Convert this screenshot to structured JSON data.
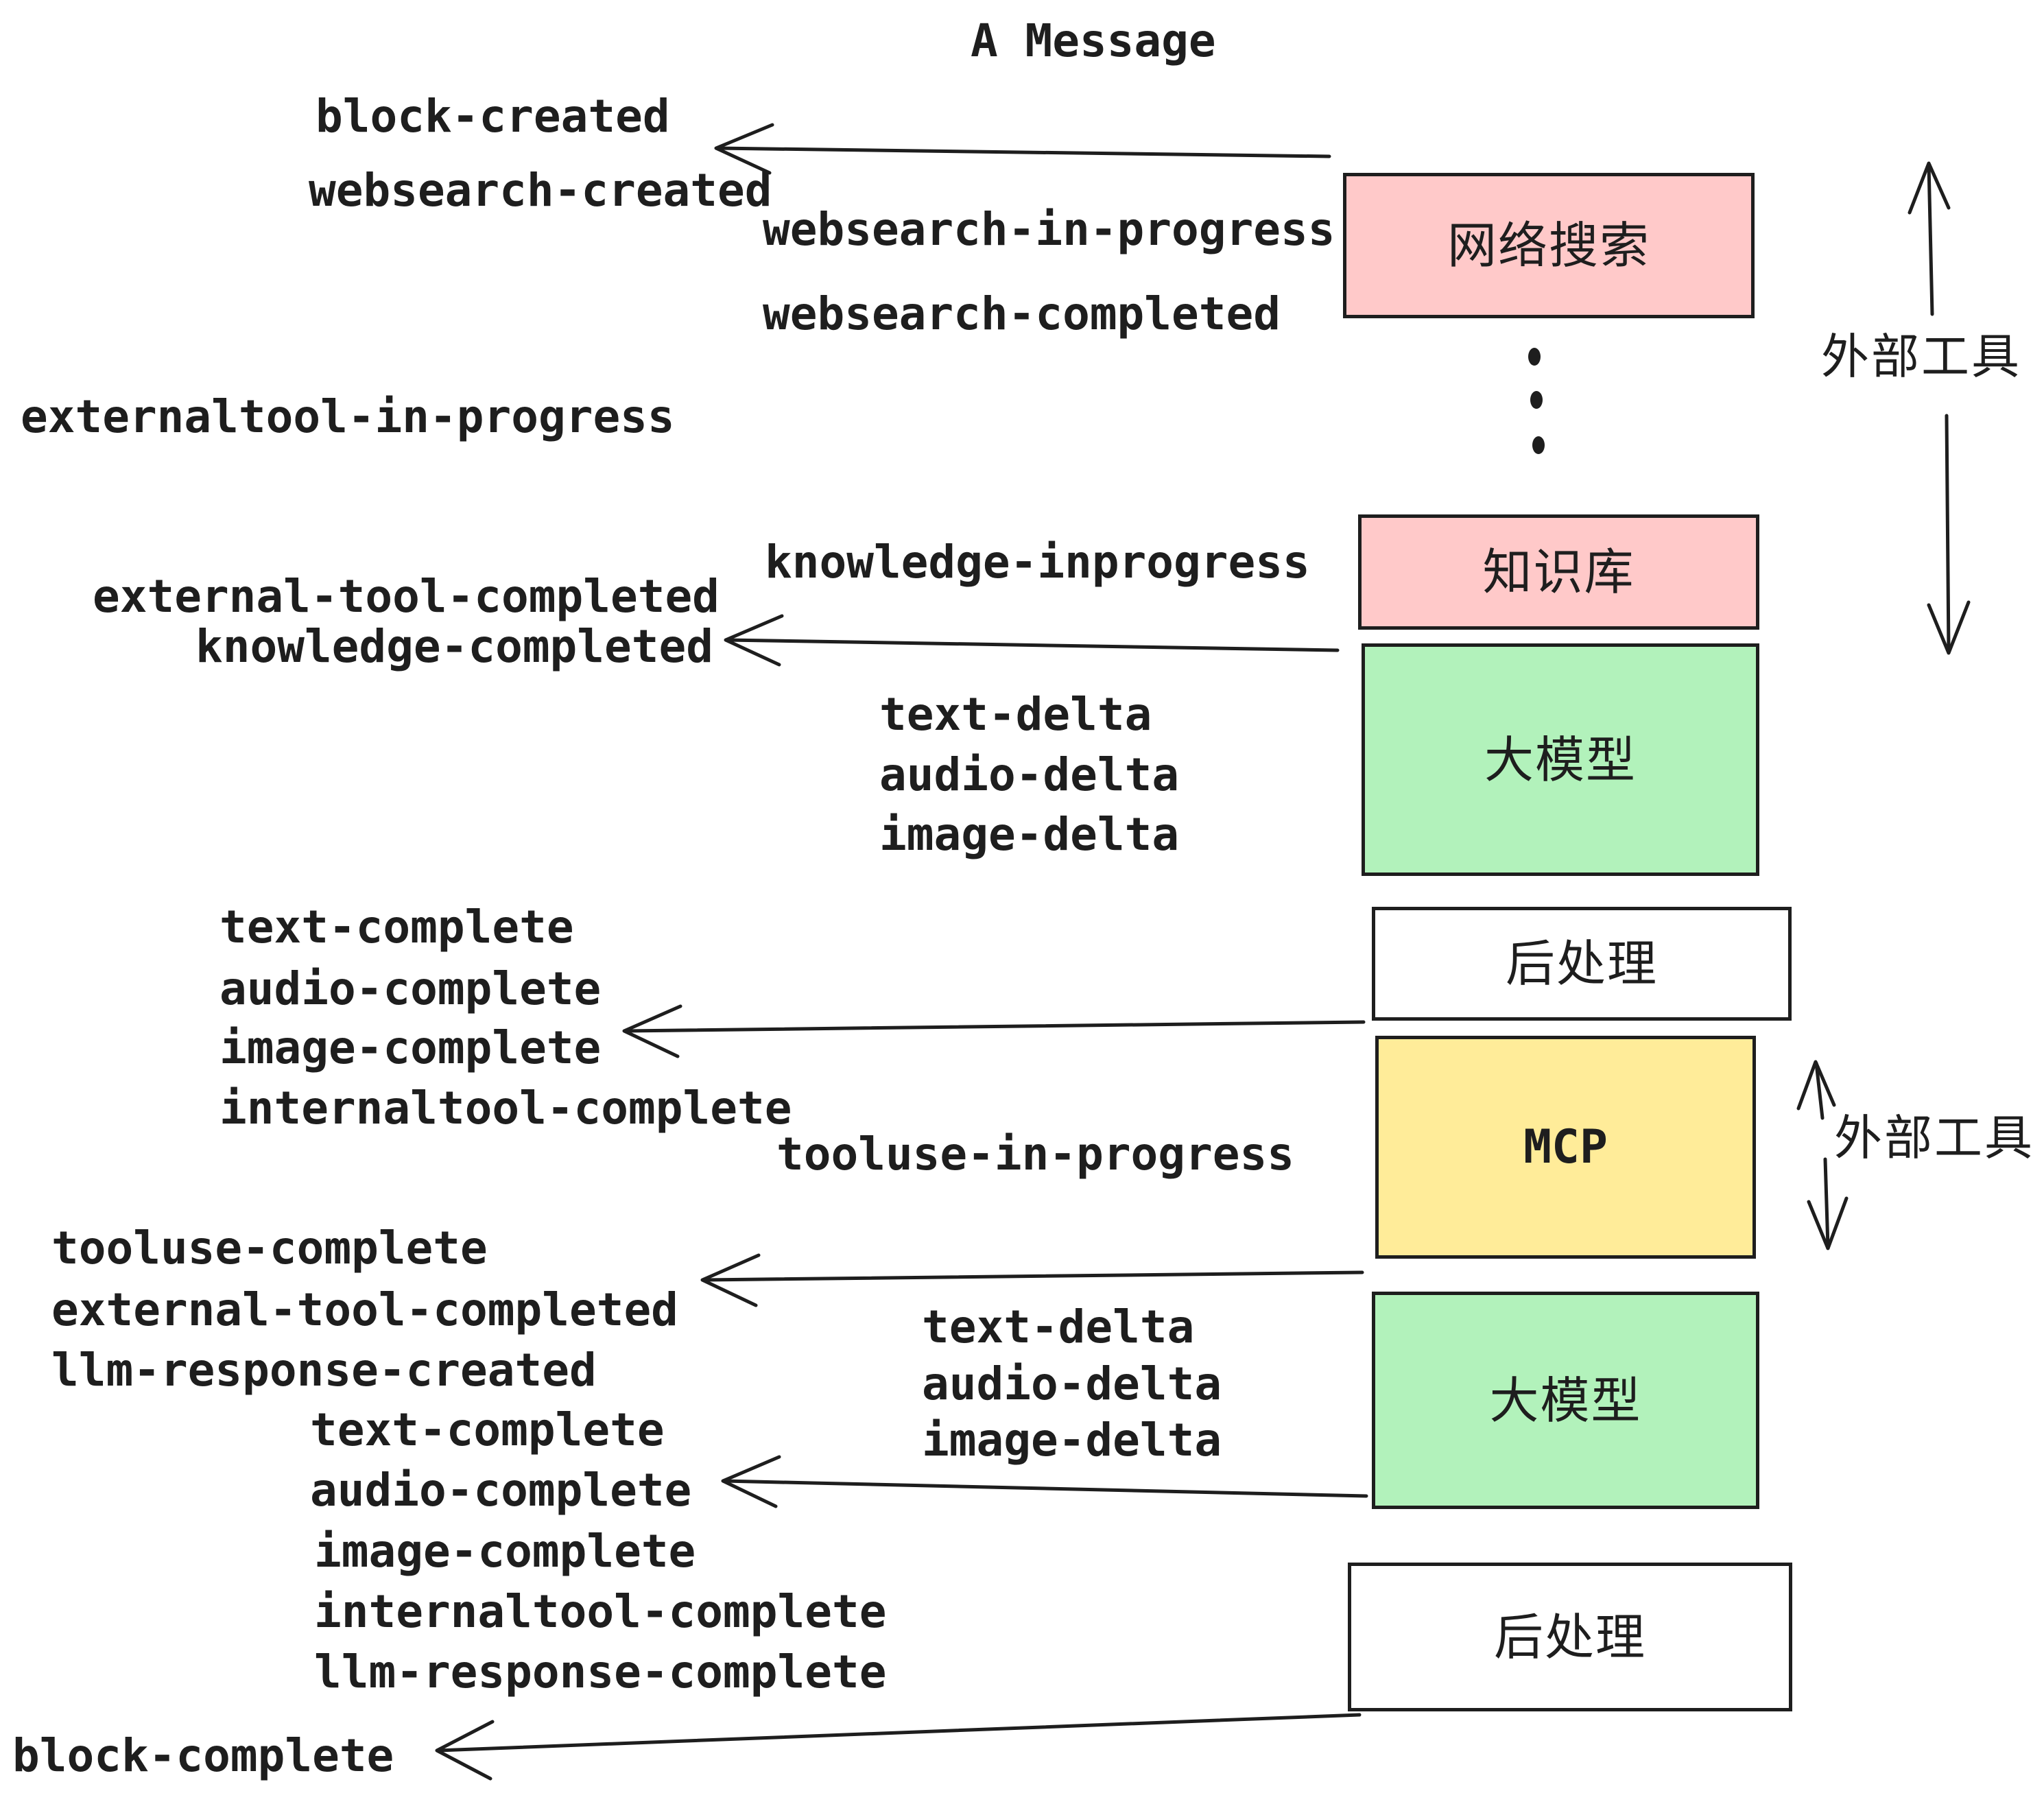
{
  "title": "A Message",
  "colors": {
    "pink": "#ffc9c9",
    "green": "#b2f2bb",
    "yellow": "#ffec99",
    "white": "#ffffff",
    "stroke": "#1e1e1e"
  },
  "boxes": [
    {
      "id": "websearch",
      "label": "网络搜索",
      "fill": "pink"
    },
    {
      "id": "knowledge",
      "label": "知识库",
      "fill": "pink"
    },
    {
      "id": "llm-1",
      "label": "大模型",
      "fill": "green"
    },
    {
      "id": "postprocess-1",
      "label": "后处理",
      "fill": "white"
    },
    {
      "id": "mcp",
      "label": "MCP",
      "fill": "yellow"
    },
    {
      "id": "llm-2",
      "label": "大模型",
      "fill": "green"
    },
    {
      "id": "postprocess-2",
      "label": "后处理",
      "fill": "white"
    }
  ],
  "side_labels": [
    {
      "text": "外部工具"
    },
    {
      "text": "外部工具"
    }
  ],
  "events": [
    "block-created",
    "websearch-created",
    "websearch-in-progress",
    "websearch-completed",
    "externaltool-in-progress",
    "knowledge-inprogress",
    "external-tool-completed",
    "knowledge-completed",
    "text-delta",
    "audio-delta",
    "image-delta",
    "text-complete",
    "audio-complete",
    "image-complete",
    "internaltool-complete",
    "tooluse-in-progress",
    "tooluse-complete",
    "external-tool-completed",
    "llm-response-created",
    "text-complete",
    "audio-complete",
    "image-complete",
    "internaltool-complete",
    "llm-response-complete",
    "block-complete",
    "text-delta",
    "audio-delta",
    "image-delta"
  ]
}
